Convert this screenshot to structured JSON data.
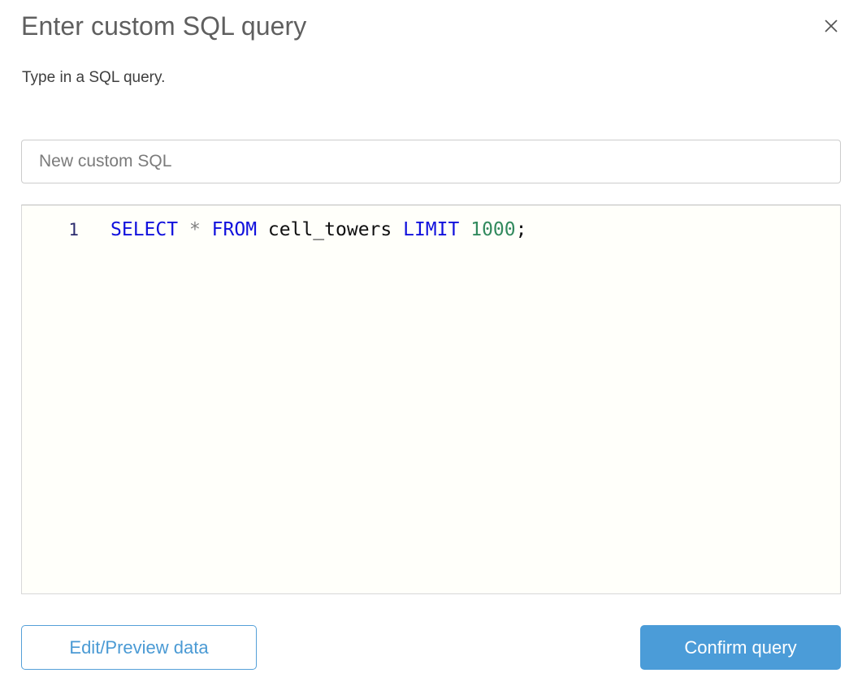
{
  "dialog": {
    "title": "Enter custom SQL query",
    "subtitle": "Type in a SQL query.",
    "close_icon": "close-icon"
  },
  "name_field": {
    "value": "",
    "placeholder": "New custom SQL"
  },
  "editor": {
    "line_number": "1",
    "query_text": "SELECT * FROM cell_towers LIMIT 1000;",
    "tokens": [
      {
        "text": "SELECT",
        "type": "keyword"
      },
      {
        "text": " ",
        "type": "plain"
      },
      {
        "text": "*",
        "type": "operator"
      },
      {
        "text": " ",
        "type": "plain"
      },
      {
        "text": "FROM",
        "type": "keyword"
      },
      {
        "text": " ",
        "type": "plain"
      },
      {
        "text": "cell_towers",
        "type": "ident"
      },
      {
        "text": " ",
        "type": "plain"
      },
      {
        "text": "LIMIT",
        "type": "keyword"
      },
      {
        "text": " ",
        "type": "plain"
      },
      {
        "text": "1000",
        "type": "number"
      },
      {
        "text": ";",
        "type": "punct"
      }
    ]
  },
  "footer": {
    "secondary_label": "Edit/Preview data",
    "primary_label": "Confirm query"
  },
  "colors": {
    "accent": "#4b9cd8",
    "keyword": "#1111dd",
    "number": "#328a5e",
    "operator": "#808080",
    "title_text": "#5f5f5f",
    "editor_background": "#fffffa"
  }
}
